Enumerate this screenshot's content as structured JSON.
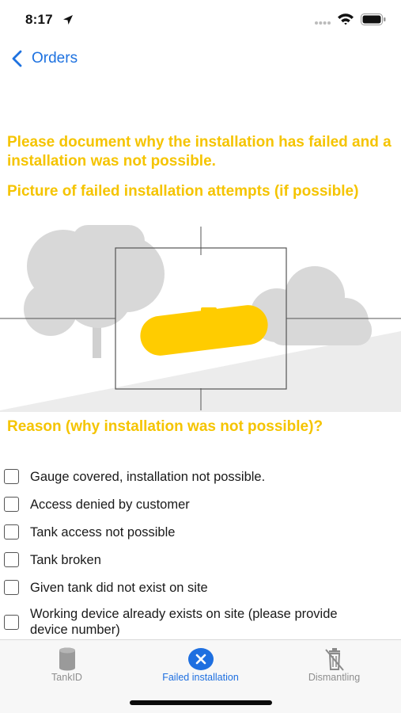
{
  "status": {
    "time": "8:17"
  },
  "nav": {
    "back_label": "Orders"
  },
  "headings": {
    "intro": "Please document why the installation has failed and a installation was not possible.",
    "picture": "Picture of failed installation attempts (if possible)",
    "reason": "Reason (why installation was not possible)?"
  },
  "reasons": [
    {
      "label": "Gauge covered, installation not possible.",
      "checked": false
    },
    {
      "label": "Access denied by customer",
      "checked": false
    },
    {
      "label": "Tank access not possible",
      "checked": false
    },
    {
      "label": "Tank broken",
      "checked": false
    },
    {
      "label": "Given tank did not exist on site",
      "checked": false
    },
    {
      "label": "Working device already exists on site (please provide device number)",
      "checked": false
    }
  ],
  "tabs": [
    {
      "label": "TankID",
      "icon": "tank-icon",
      "active": false
    },
    {
      "label": "Failed installation",
      "icon": "close-circle-icon",
      "active": true
    },
    {
      "label": "Dismantling",
      "icon": "trash-crossed-icon",
      "active": false
    }
  ],
  "colors": {
    "accent_yellow": "#f5c400",
    "link_blue": "#1e72e0",
    "tank_yellow": "#ffcc00"
  }
}
